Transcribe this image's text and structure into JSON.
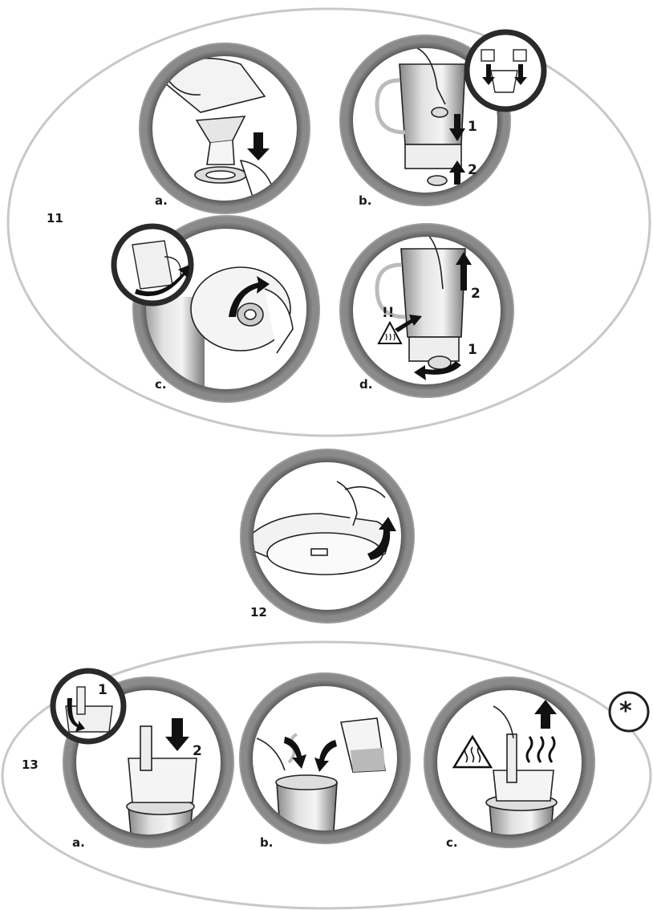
{
  "section_11": {
    "number": "11",
    "steps": [
      {
        "label": "a.",
        "icons": [
          "cloth-wipe-icon",
          "press-down-arrow-icon"
        ]
      },
      {
        "label": "b.",
        "icons": [
          "arrow-down-icon",
          "arrow-up-icon"
        ],
        "numbers": [
          "1",
          "2"
        ]
      },
      {
        "label": "c.",
        "icons": [
          "rotate-arrow-icon"
        ]
      },
      {
        "label": "d.",
        "icons": [
          "hot-surface-warning-icon",
          "rotate-arrow-icon",
          "arrow-up-icon"
        ],
        "numbers": [
          "2",
          "1"
        ],
        "marks": [
          "!!"
        ]
      }
    ]
  },
  "section_12": {
    "number": "12",
    "icons": [
      "lift-arrow-icon"
    ]
  },
  "section_13": {
    "number": "13",
    "steps": [
      {
        "label": "a.",
        "numbers": [
          "1",
          "2"
        ]
      },
      {
        "label": "b.",
        "icons": [
          "pour-arrow-icon"
        ]
      },
      {
        "label": "c.",
        "icons": [
          "hot-surface-warning-icon",
          "steam-icon",
          "arrow-up-icon"
        ]
      }
    ],
    "note_symbol": "*"
  },
  "colors": {
    "ring_outer": "#5c5c5c",
    "ring_inner": "#2a2a2a",
    "ellipse": "#c8c8c8",
    "ink": "#1a1a1a"
  }
}
